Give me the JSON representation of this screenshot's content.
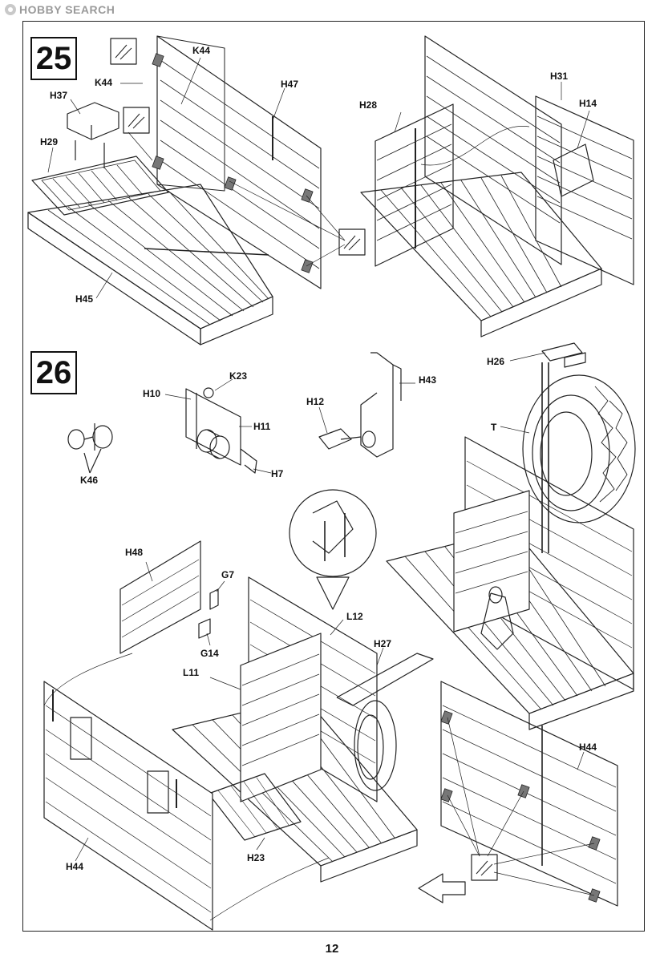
{
  "watermark": {
    "text": "HOBBY SEARCH"
  },
  "steps": [
    {
      "number": "25"
    },
    {
      "number": "26"
    }
  ],
  "labels": {
    "s25": {
      "k44a": "K44",
      "k44b": "K44",
      "h47": "H47",
      "h37": "H37",
      "h29": "H29",
      "h45": "H45",
      "h28": "H28",
      "h31": "H31",
      "h14": "H14"
    },
    "s26": {
      "k23": "K23",
      "h10": "H10",
      "h11": "H11",
      "h7": "H7",
      "k46": "K46",
      "h12": "H12",
      "h43": "H43",
      "h26": "H26",
      "t": "T",
      "h48": "H48",
      "g7": "G7",
      "g14": "G14",
      "l12": "L12",
      "h27": "H27",
      "l11": "L11",
      "h44a": "H44",
      "h23": "H23",
      "h44b": "H44"
    }
  },
  "page": {
    "number": "12"
  }
}
